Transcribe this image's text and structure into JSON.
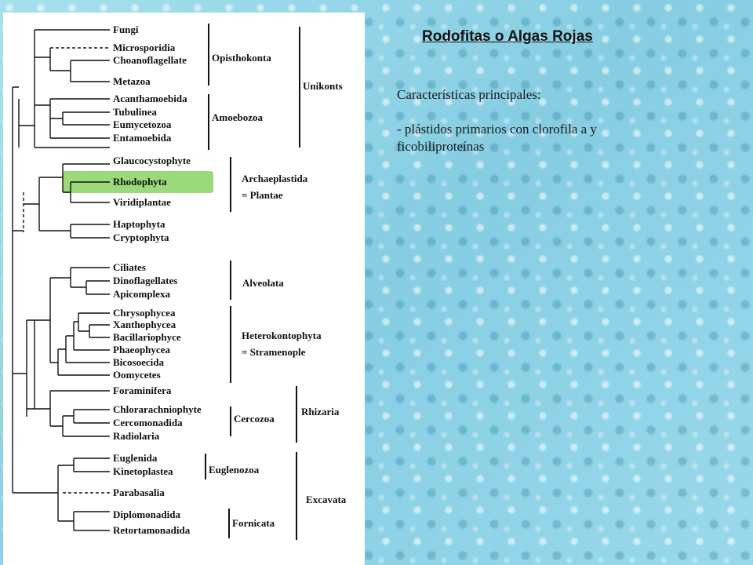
{
  "slide": {
    "title": "Rodofitas o Algas Rojas",
    "heading": "Características principales:",
    "bullet_1": "- plástidos primarios con clorofila a y",
    "bullet_1_cont": "ficobiliproteínas"
  },
  "colors": {
    "highlight": "#9bd97a",
    "background": "#8fd3e6"
  },
  "tree": {
    "leaves": [
      "Fungi",
      "Microsporidia",
      "Choanoflagellate",
      "Metazoa",
      "Acanthamoebida",
      "Tubulinea",
      "Eumycetozoa",
      "Entamoebida",
      "Glaucocystophyte",
      "Rhodophyta",
      "Viridiplantae",
      "Haptophyta",
      "Cryptophyta",
      "Ciliates",
      "Dinoflagellates",
      "Apicomplexa",
      "Chrysophycea",
      "Xanthophycea",
      "Bacillariophyce",
      "Phaeophycea",
      "Bicosoecida",
      "Oomycetes",
      "Foraminifera",
      "Chlorarachniophyte",
      "Cercomonadida",
      "Radiolaria",
      "Euglenida",
      "Kinetoplastea",
      "Parabasalia",
      "Diplomonadida",
      "Retortamonadida"
    ],
    "highlighted_leaf": "Rhodophyta",
    "groups": {
      "opisthokonta": "Opisthokonta",
      "amoebozoa": "Amoebozoa",
      "unikonts": "Unikonts",
      "archaeplastida_1": "Archaeplastida",
      "archaeplastida_2": "= Plantae",
      "alveolata": "Alveolata",
      "heterokonto_1": "Heterokontophyta",
      "heterokonto_2": "= Stramenople",
      "cercozoa": "Cercozoa",
      "rhizaria": "Rhizaria",
      "euglenozoa": "Euglenozoa",
      "fornicata": "Fornicata",
      "excavata": "Excavata"
    }
  }
}
